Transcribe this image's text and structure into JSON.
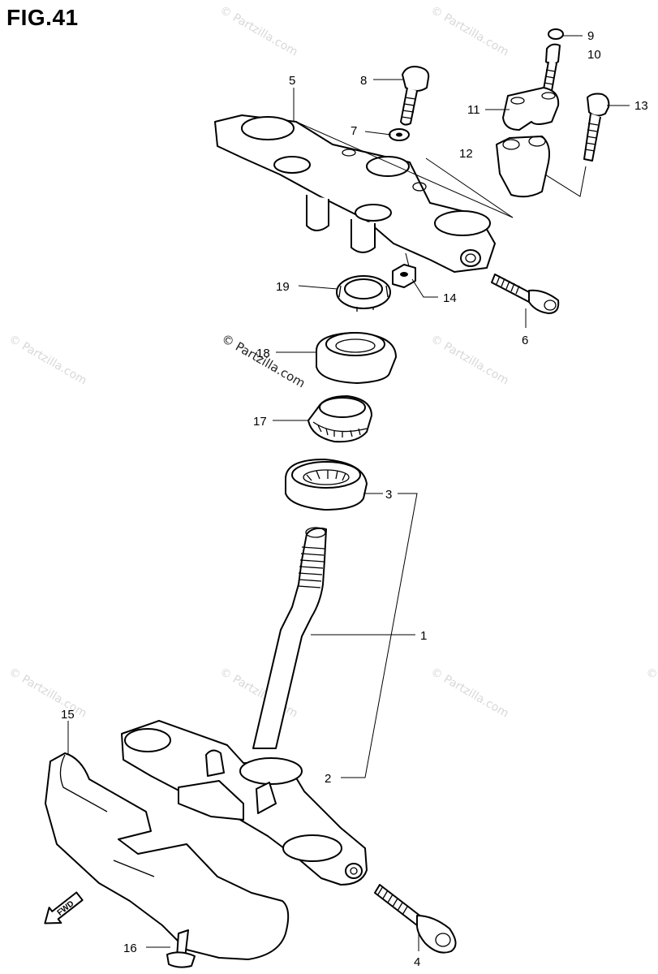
{
  "figure": {
    "title": "FIG.41"
  },
  "watermark": {
    "text": "© Partzilla.com"
  },
  "fwd_badge": {
    "text": "FWD"
  },
  "callouts": [
    {
      "id": "1",
      "text": "1"
    },
    {
      "id": "2",
      "text": "2"
    },
    {
      "id": "3",
      "text": "3"
    },
    {
      "id": "4",
      "text": "4"
    },
    {
      "id": "5",
      "text": "5"
    },
    {
      "id": "6",
      "text": "6"
    },
    {
      "id": "7",
      "text": "7"
    },
    {
      "id": "8",
      "text": "8"
    },
    {
      "id": "9",
      "text": "9"
    },
    {
      "id": "10",
      "text": "10"
    },
    {
      "id": "11",
      "text": "11"
    },
    {
      "id": "12",
      "text": "12"
    },
    {
      "id": "13",
      "text": "13"
    },
    {
      "id": "14",
      "text": "14"
    },
    {
      "id": "15",
      "text": "15"
    },
    {
      "id": "16",
      "text": "16"
    },
    {
      "id": "17",
      "text": "17"
    },
    {
      "id": "18",
      "text": "18"
    },
    {
      "id": "19",
      "text": "19"
    }
  ]
}
